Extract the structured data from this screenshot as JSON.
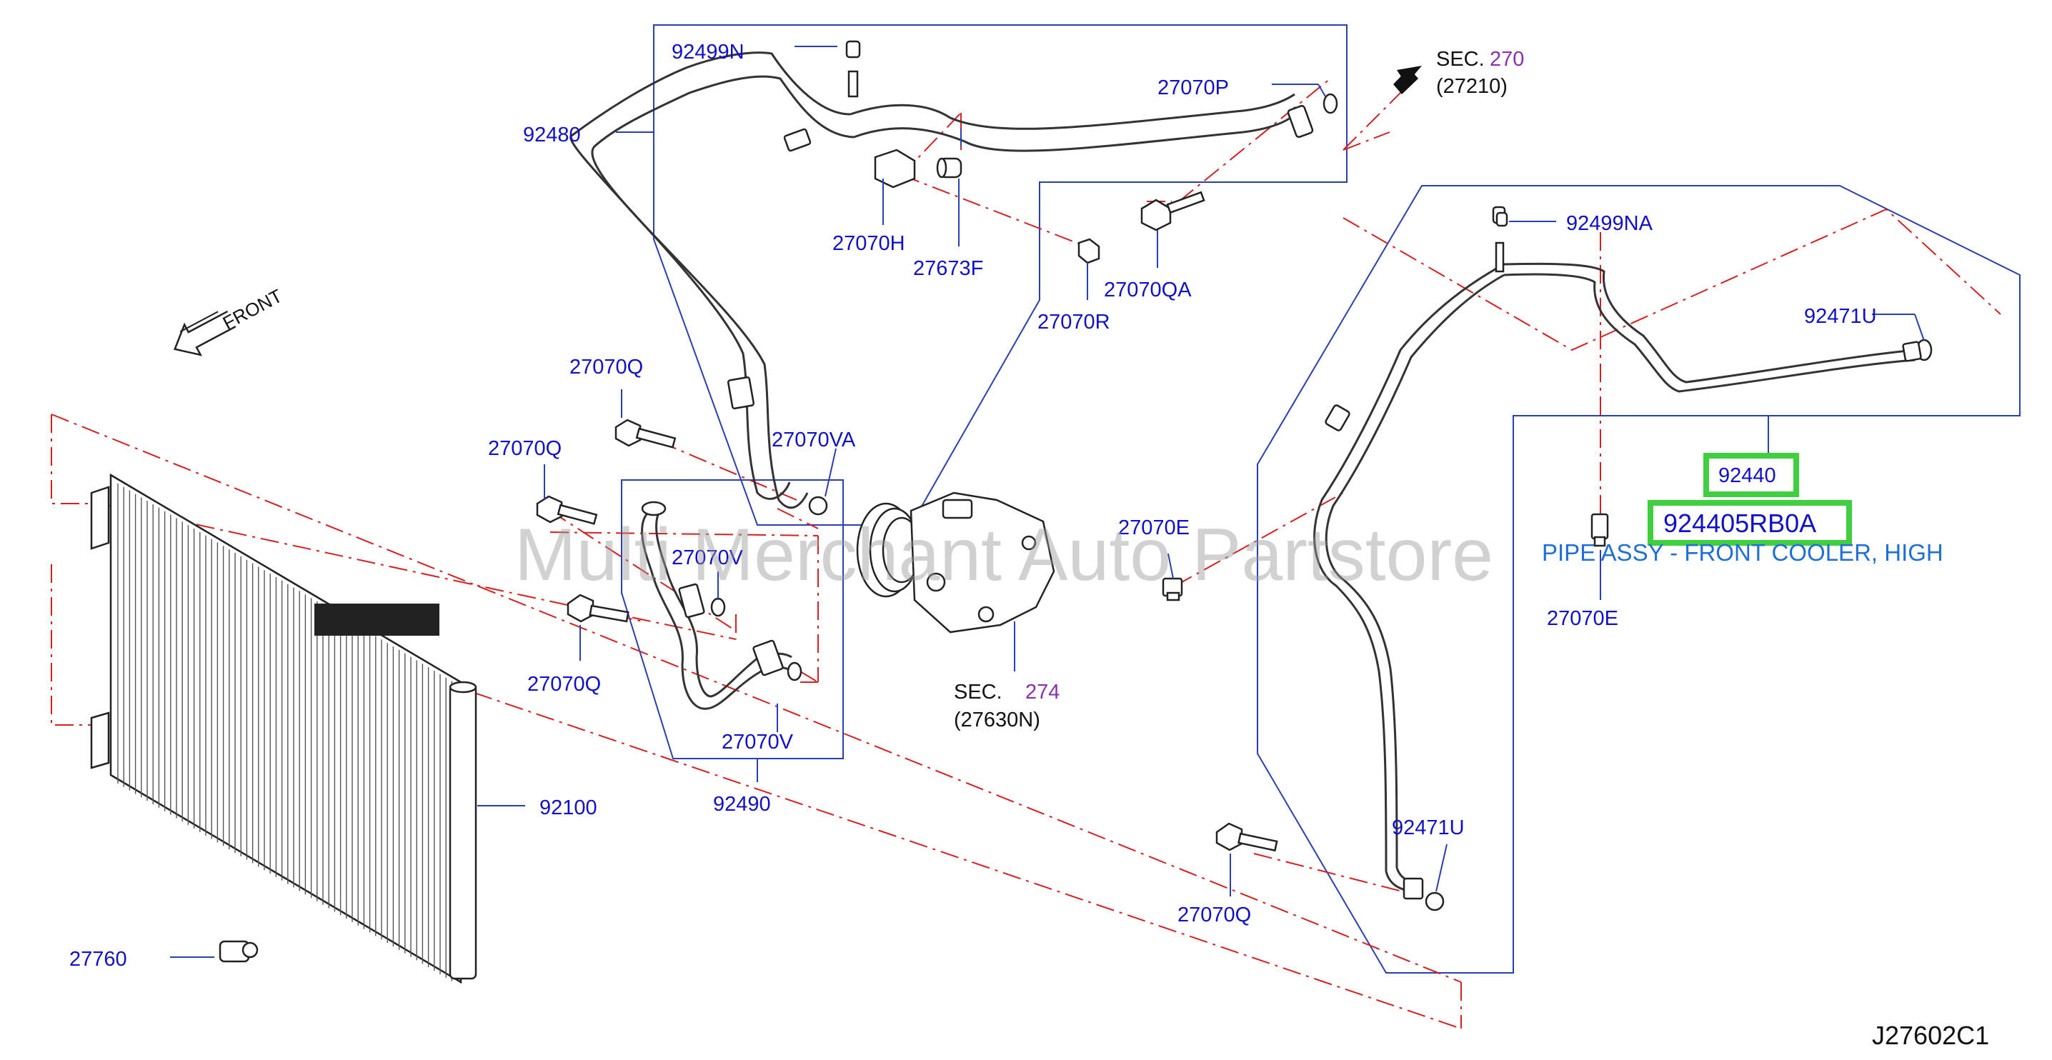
{
  "watermark": "Multi Merchant Auto Partstore",
  "diagram_ref": "J27602C1",
  "front_label": "FRONT",
  "sections": {
    "top": {
      "prefix": "SEC.",
      "number": "270",
      "sub": "(27210)"
    },
    "compressor": {
      "prefix": "SEC.",
      "number": "274",
      "sub": "(27630N)"
    }
  },
  "highlight": {
    "part_number": "92440",
    "full_part_number": "924405RB0A",
    "description": "PIPE ASSY - FRONT COOLER, HIGH"
  },
  "labels": {
    "p92499N": "92499N",
    "p92480": "92480",
    "p27070P": "27070P",
    "p27070H": "27070H",
    "p27673F": "27673F",
    "p27070QA": "27070QA",
    "p27070R": "27070R",
    "p27070Q_top": "27070Q",
    "p27070VA": "27070VA",
    "p27070Q_mid": "27070Q",
    "p27070V_top": "27070V",
    "p27070Q_low": "27070Q",
    "p27070V_bot": "27070V",
    "p92490": "92490",
    "p92100": "92100",
    "p27760": "27760",
    "p27070E_left": "27070E",
    "p92499NA": "92499NA",
    "p92471U_top": "92471U",
    "p27070E_right": "27070E",
    "p92471U_bot": "92471U",
    "p27070Q_right": "27070Q"
  }
}
